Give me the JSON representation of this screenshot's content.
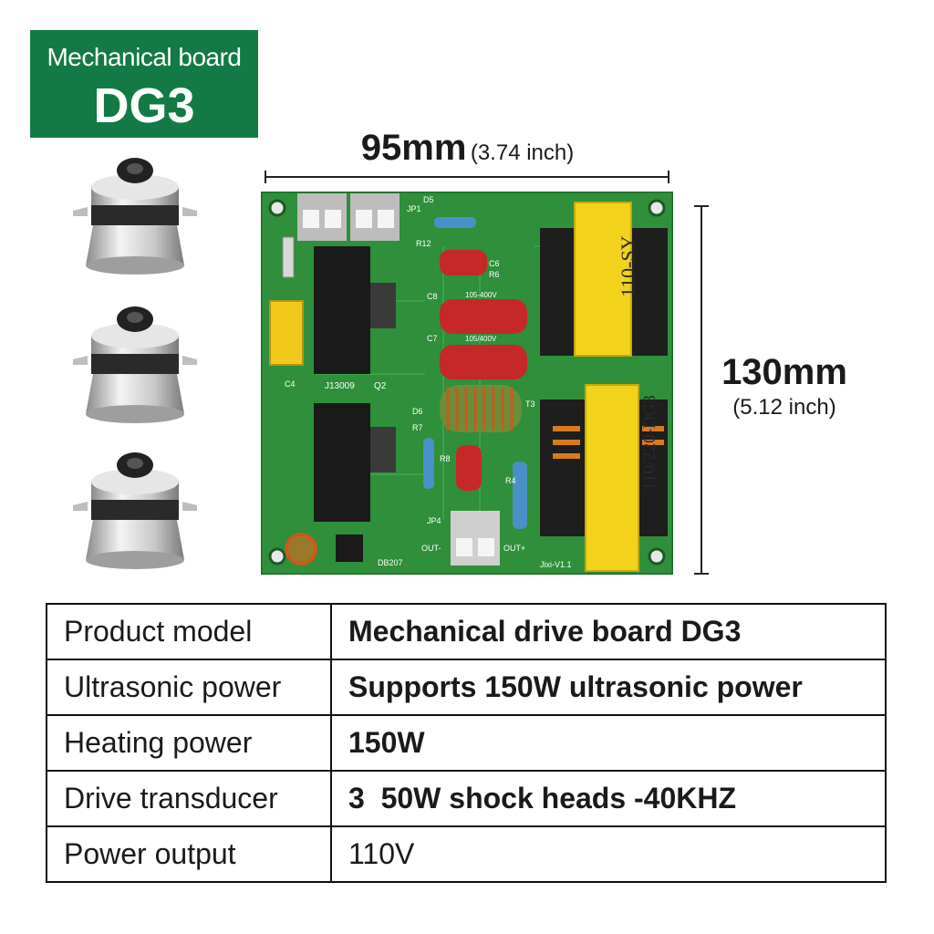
{
  "badge": {
    "line1": "Mechanical board",
    "line2": "DG3",
    "bg_color": "#137a45"
  },
  "dimensions": {
    "width_main": "95mm",
    "width_sub": "(3.74 inch)",
    "height_main": "130mm",
    "height_sub": "(5.12 inch)"
  },
  "board_labels": {
    "transformer_top": "110-SY",
    "transformer_bottom": "110/220-DG3",
    "jp1": "JP1",
    "jp4": "JP4",
    "r12": "R12",
    "d5": "D5",
    "c6": "C6",
    "r6": "R6",
    "c8": "C8",
    "c7": "C7",
    "c4": "C4",
    "q2": "Q2",
    "part_j": "J13009",
    "t3": "T3",
    "d6": "D6",
    "r7": "R7",
    "r8": "R8",
    "r4": "R4",
    "cap_top": "105-400V",
    "cap_mid": "105/400V",
    "out_minus": "OUT-",
    "out_plus": "OUT+",
    "db": "DB207",
    "version": "Jixi-V1.1"
  },
  "specs": [
    {
      "label": "Product model",
      "value": "Mechanical drive board DG3"
    },
    {
      "label": "Ultrasonic power",
      "value": "Supports 150W ultrasonic power"
    },
    {
      "label": "Heating power",
      "value": "150W"
    },
    {
      "label": "Drive transducer",
      "value": "3  50W shock heads -40KHZ"
    },
    {
      "label": "Power output",
      "value": "110V"
    }
  ],
  "colors": {
    "pcb_green": "#2f8f3a",
    "capacitor_red": "#c62828",
    "transformer_yellow": "#f2d21b"
  }
}
